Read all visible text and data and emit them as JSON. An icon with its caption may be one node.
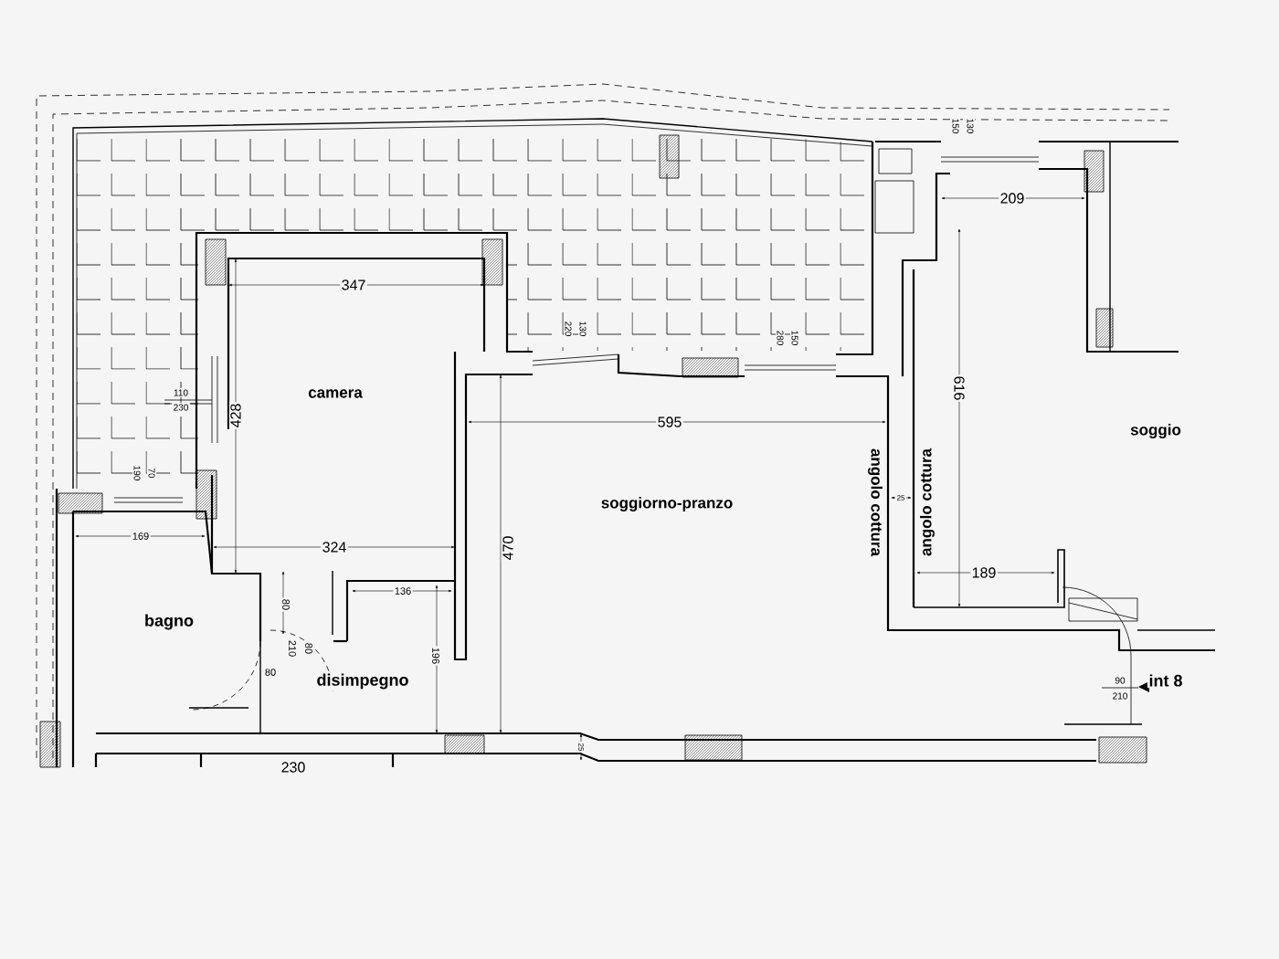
{
  "diagram": {
    "labels": [
      "150",
      "130",
      "209",
      "347",
      "220",
      "130",
      "280",
      "150",
      "616",
      "110",
      "230",
      "428",
      "camera",
      "595",
      "soggio",
      "angolo cottura",
      "angolo cottura",
      "190",
      "70",
      "25",
      "soggiorno-pranzo",
      "169",
      "324",
      "470",
      "189",
      "136",
      "80",
      "bagno",
      "210",
      "80",
      "196",
      "80",
      "disimpegno",
      "90",
      "210",
      "int 8",
      "25",
      "230"
    ]
  }
}
